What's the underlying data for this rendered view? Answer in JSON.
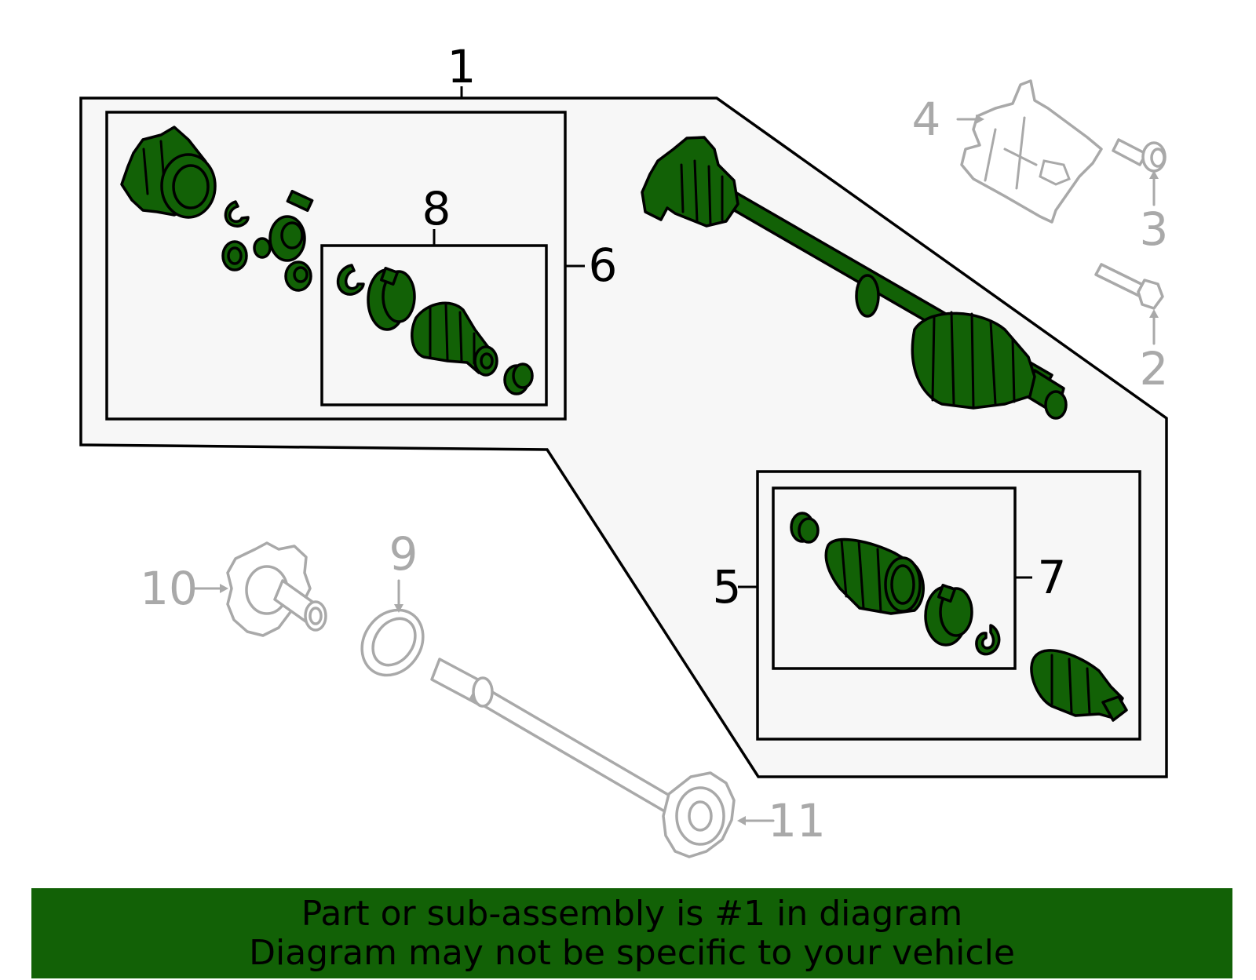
{
  "diagram": {
    "callouts": {
      "c1": "1",
      "c2": "2",
      "c3": "3",
      "c4": "4",
      "c5": "5",
      "c6": "6",
      "c7": "7",
      "c8": "8",
      "c9": "9",
      "c10": "10",
      "c11": "11"
    },
    "highlight_color": "#126106",
    "inactive_color": "#a9a9a9"
  },
  "banner": {
    "line1": "Part or sub-assembly is #1 in diagram",
    "line2": "Diagram may not be specific to your vehicle",
    "background": "#126106"
  }
}
